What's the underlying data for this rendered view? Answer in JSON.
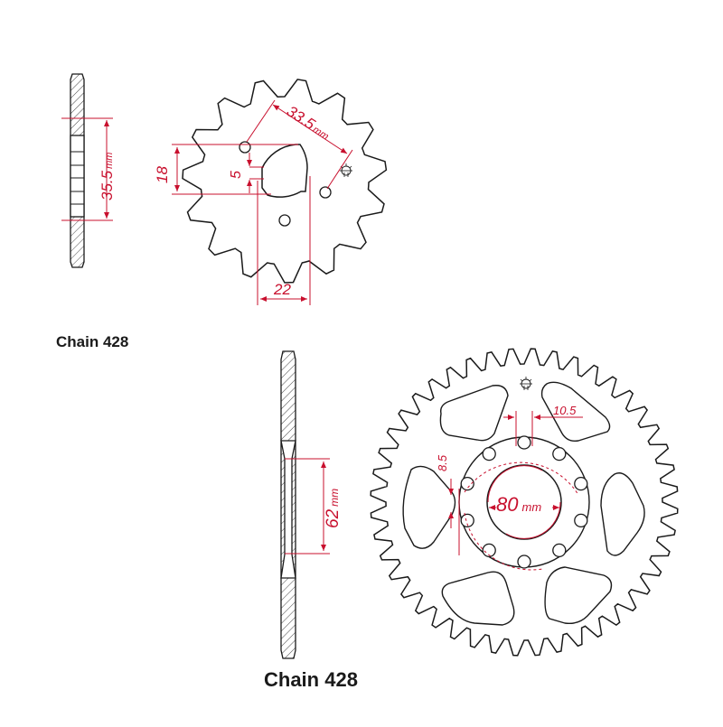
{
  "front_sprocket": {
    "dimensions": {
      "hole_circle": "33.5",
      "hole_circle_unit": "mm",
      "height": "35.5",
      "height_unit": "mm",
      "spline_depth": "18",
      "offset": "5",
      "width": "22"
    },
    "caption": "Chain 428"
  },
  "rear_sprocket": {
    "dimensions": {
      "bolt_hole": "10.5",
      "hole_size": "8.5",
      "bore": "80",
      "bore_unit": "mm",
      "hub_height": "62",
      "hub_height_unit": "mm"
    },
    "caption": "Chain 428"
  },
  "colors": {
    "outline": "#1a1a1a",
    "dimension": "#c8102e"
  },
  "icons": [
    "gear-logo-icon"
  ]
}
